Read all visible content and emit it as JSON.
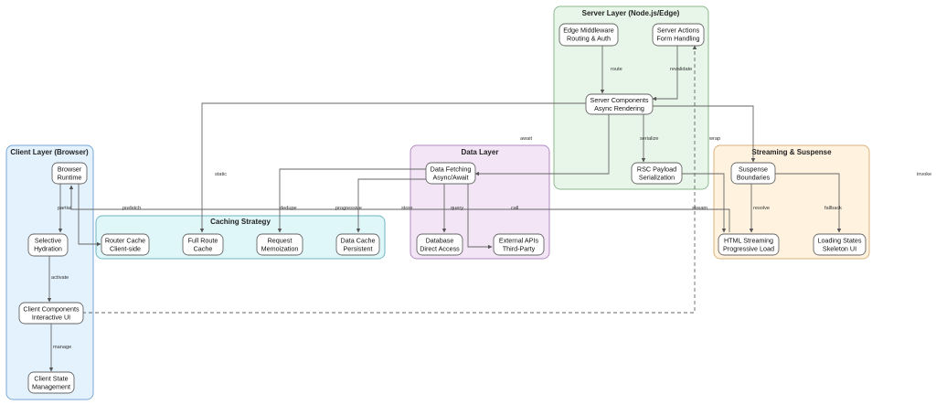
{
  "colors": {
    "client_fill": "#e3f2fd",
    "client_stroke": "#7aa7d6",
    "cache_fill": "#e0f7fa",
    "cache_stroke": "#6fb6c1",
    "data_fill": "#f3e5f5",
    "data_stroke": "#b28bc0",
    "server_fill": "#e8f5e9",
    "server_stroke": "#8cb98f",
    "stream_fill": "#fff3e0",
    "stream_stroke": "#d9b27c",
    "node_fill": "#ffffff",
    "node_stroke": "#666666",
    "edge": "#666666"
  },
  "clusters": {
    "client": "Client Layer (Browser)",
    "cache": "Caching Strategy",
    "data": "Data Layer",
    "server": "Server Layer (Node.js/Edge)",
    "stream": "Streaming & Suspense"
  },
  "nodes": {
    "browser_runtime": [
      "Browser",
      "Runtime"
    ],
    "selective_hydration": [
      "Selective",
      "Hydration"
    ],
    "client_components": [
      "Client Components",
      "Interactive UI"
    ],
    "client_state": [
      "Client State",
      "Management"
    ],
    "router_cache": [
      "Router Cache",
      "Client-side"
    ],
    "full_route_cache": [
      "Full Route",
      "Cache"
    ],
    "request_memo": [
      "Request",
      "Memoization"
    ],
    "data_cache": [
      "Data Cache",
      "Persistent"
    ],
    "data_fetching": [
      "Data Fetching",
      "Async/Await"
    ],
    "database": [
      "Database",
      "Direct Access"
    ],
    "external_apis": [
      "External APIs",
      "Third-Party"
    ],
    "edge_middleware": [
      "Edge Middleware",
      "Routing & Auth"
    ],
    "server_actions": [
      "Server Actions",
      "Form Handling"
    ],
    "server_components": [
      "Server Components",
      "Async Rendering"
    ],
    "rsc_payload": [
      "RSC Payload",
      "Serialization"
    ],
    "suspense": [
      "Suspense",
      "Boundaries"
    ],
    "html_streaming": [
      "HTML Streaming",
      "Progressive Load"
    ],
    "loading_states": [
      "Loading States",
      "Skeleton UI"
    ]
  },
  "edge_labels": {
    "route": "route",
    "revalidate": "revalidate",
    "serialize": "serialize",
    "wrap": "wrap",
    "await": "await",
    "static": "static",
    "invoke": "invoke",
    "prefetch": "prefetch",
    "partial": "partial",
    "dedupe": "dedupe",
    "progressive": "progressive",
    "store": "store",
    "query": "query",
    "call": "call",
    "stream": "stream",
    "resolve": "resolve",
    "fallback": "fallback",
    "activate": "activate",
    "manage": "manage"
  }
}
